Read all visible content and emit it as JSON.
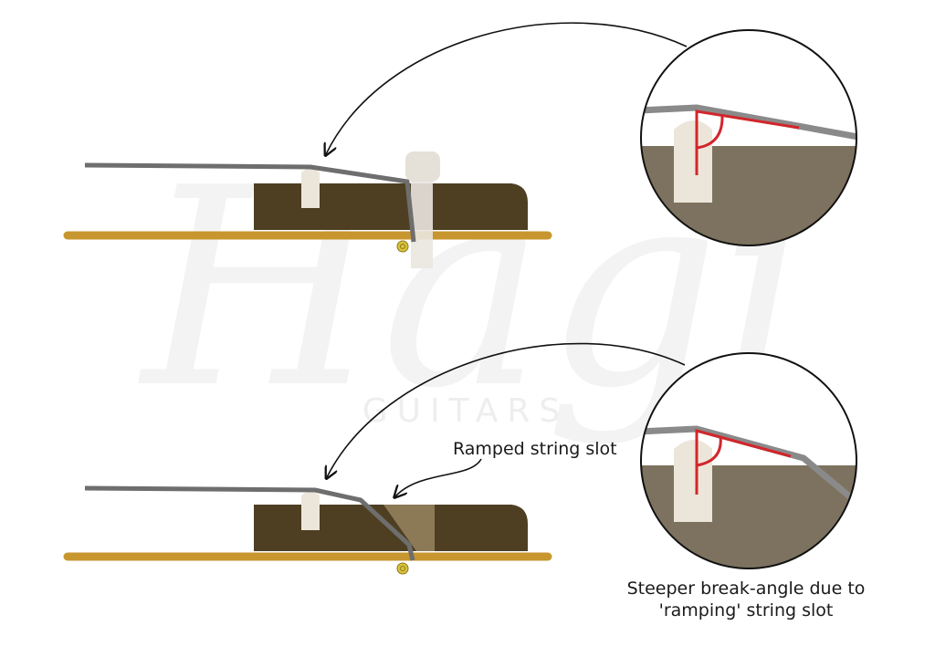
{
  "watermark": {
    "logo": "Hagi",
    "subtitle": "GUITARS"
  },
  "labels": {
    "ramped_slot": "Ramped string slot",
    "break_angle_line1": "Steeper break-angle due to",
    "break_angle_line2": "'ramping' string slot"
  },
  "colors": {
    "string": "#6e6e6e",
    "headstock_wood": "#c8962e",
    "nut_block": "#4e3f22",
    "saddle": "#ece6da",
    "ramp_slot": "#8c7a57",
    "angle_marker": "#d2262b",
    "zoom_fill_bottom": "#7d725f",
    "tuner_dot": "#d9c23a"
  },
  "panels": [
    {
      "name": "standard-slot",
      "zoom_marker": "angle-marker"
    },
    {
      "name": "ramped-slot",
      "zoom_marker": "angle-marker"
    }
  ]
}
